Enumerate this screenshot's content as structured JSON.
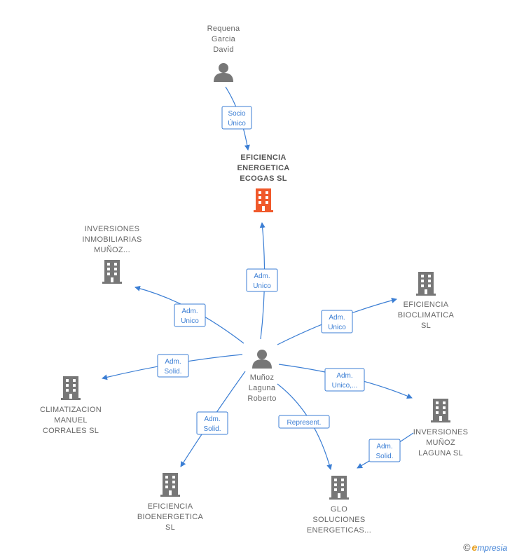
{
  "colors": {
    "edge": "#3b7ed4",
    "company": "#777777",
    "company_main": "#f0592b",
    "person": "#777777"
  },
  "nodes": [
    {
      "id": "requena",
      "type": "person",
      "lines": [
        "Requena",
        "Garcia",
        "David"
      ],
      "icon": "person-icon"
    },
    {
      "id": "eficiencia-ecogas",
      "type": "company",
      "main": true,
      "lines": [
        "EFICIENCIA",
        "ENERGETICA",
        "ECOGAS  SL"
      ],
      "icon": "building-icon"
    },
    {
      "id": "inversiones-inmobiliarias",
      "type": "company",
      "lines": [
        "INVERSIONES",
        "INMOBILIARIAS",
        "MUÑOZ..."
      ],
      "icon": "building-icon"
    },
    {
      "id": "eficiencia-bioclimatica",
      "type": "company",
      "lines": [
        "EFICIENCIA",
        "BIOCLIMATICA",
        "SL"
      ],
      "icon": "building-icon"
    },
    {
      "id": "munoz",
      "type": "person",
      "lines": [
        "Muñoz",
        "Laguna",
        "Roberto"
      ],
      "icon": "person-icon"
    },
    {
      "id": "climatizacion",
      "type": "company",
      "lines": [
        "CLIMATIZACION",
        "MANUEL",
        "CORRALES  SL"
      ],
      "icon": "building-icon"
    },
    {
      "id": "inversiones-munoz",
      "type": "company",
      "lines": [
        "INVERSIONES",
        "MUÑOZ",
        "LAGUNA  SL"
      ],
      "icon": "building-icon"
    },
    {
      "id": "eficiencia-bioenergetica",
      "type": "company",
      "lines": [
        "EFICIENCIA",
        "BIOENERGETICA",
        "SL"
      ],
      "icon": "building-icon"
    },
    {
      "id": "glo",
      "type": "company",
      "lines": [
        "GLO",
        "SOLUCIONES",
        "ENERGETICAS..."
      ],
      "icon": "building-icon"
    }
  ],
  "edges": [
    {
      "from": "requena",
      "to": "eficiencia-ecogas",
      "label": [
        "Socio",
        "Único"
      ]
    },
    {
      "from": "munoz",
      "to": "eficiencia-ecogas",
      "label": [
        "Adm.",
        "Unico"
      ]
    },
    {
      "from": "munoz",
      "to": "inversiones-inmobiliarias",
      "label": [
        "Adm.",
        "Unico"
      ]
    },
    {
      "from": "munoz",
      "to": "eficiencia-bioclimatica",
      "label": [
        "Adm.",
        "Unico"
      ]
    },
    {
      "from": "munoz",
      "to": "climatizacion",
      "label": [
        "Adm.",
        "Solid."
      ]
    },
    {
      "from": "munoz",
      "to": "inversiones-munoz",
      "label": [
        "Adm.",
        "Unico,..."
      ]
    },
    {
      "from": "munoz",
      "to": "eficiencia-bioenergetica",
      "label": [
        "Adm.",
        "Solid."
      ]
    },
    {
      "from": "munoz",
      "to": "glo",
      "label": [
        "Represent."
      ]
    },
    {
      "from": "inversiones-munoz",
      "to": "glo",
      "label": [
        "Adm.",
        "Solid."
      ]
    }
  ],
  "footer": {
    "copyright_symbol": "©",
    "brand_first": "e",
    "brand_rest": "mpresia"
  }
}
